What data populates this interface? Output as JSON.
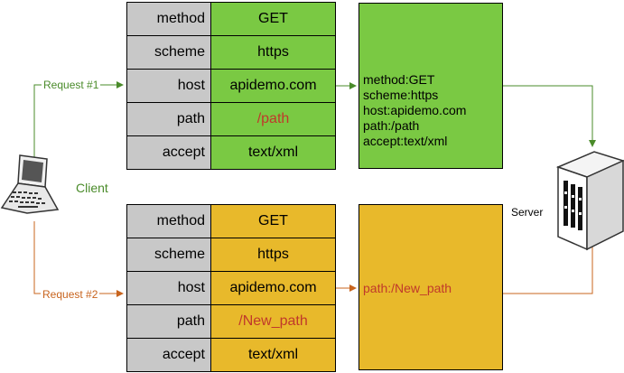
{
  "client_label": "Client",
  "server_label": "Server",
  "request1": {
    "label": "Request #1",
    "fields": [
      {
        "key": "method",
        "value": "GET"
      },
      {
        "key": "scheme",
        "value": "https"
      },
      {
        "key": "host",
        "value": "apidemo.com"
      },
      {
        "key": "path",
        "value": "/path"
      },
      {
        "key": "accept",
        "value": "text/xml"
      }
    ],
    "merged": [
      "method:GET",
      "scheme:https",
      "host:apidemo.com",
      "path:/path",
      "accept:text/xml"
    ]
  },
  "request2": {
    "label": "Request #2",
    "fields": [
      {
        "key": "method",
        "value": "GET"
      },
      {
        "key": "scheme",
        "value": "https"
      },
      {
        "key": "host",
        "value": "apidemo.com"
      },
      {
        "key": "path",
        "value": "/New_path"
      },
      {
        "key": "accept",
        "value": "text/xml"
      }
    ],
    "merged": [
      "path:/New_path"
    ]
  },
  "colors": {
    "request1": "#4a8b2a",
    "request2": "#c8641e",
    "green_fill": "#7ac943",
    "yellow_fill": "#e8b92b",
    "highlight_text": "#c0392b"
  }
}
